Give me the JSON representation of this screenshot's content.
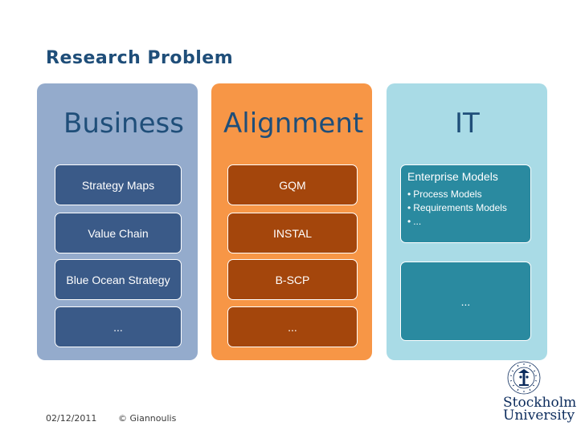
{
  "slide_title": "Research Problem",
  "columns": {
    "business": {
      "heading": "Business",
      "items": [
        "Strategy Maps",
        "Value Chain",
        "Blue Ocean Strategy",
        "..."
      ]
    },
    "alignment": {
      "heading": "Alignment",
      "items": [
        "GQM",
        "INSTAL",
        "B-SCP",
        "..."
      ]
    },
    "it": {
      "heading": "IT",
      "box1_title": "Enterprise Models",
      "box1_items": [
        "Process Models",
        "Requirements Models",
        "..."
      ],
      "box2_text": "..."
    }
  },
  "footer": {
    "date": "02/12/2011",
    "copyright": "© Giannoulis"
  },
  "logo": {
    "line1": "Stockholm",
    "line2": "University",
    "seal_text": "STOCKHOLMS UNIVERSITET"
  },
  "colors": {
    "title": "#1f4e79",
    "business_bg": "#94abcc",
    "business_box": "#3a5a88",
    "alignment_bg": "#f79646",
    "alignment_box": "#a4460c",
    "it_bg": "#a9dbe6",
    "it_box": "#2a8aa0"
  }
}
